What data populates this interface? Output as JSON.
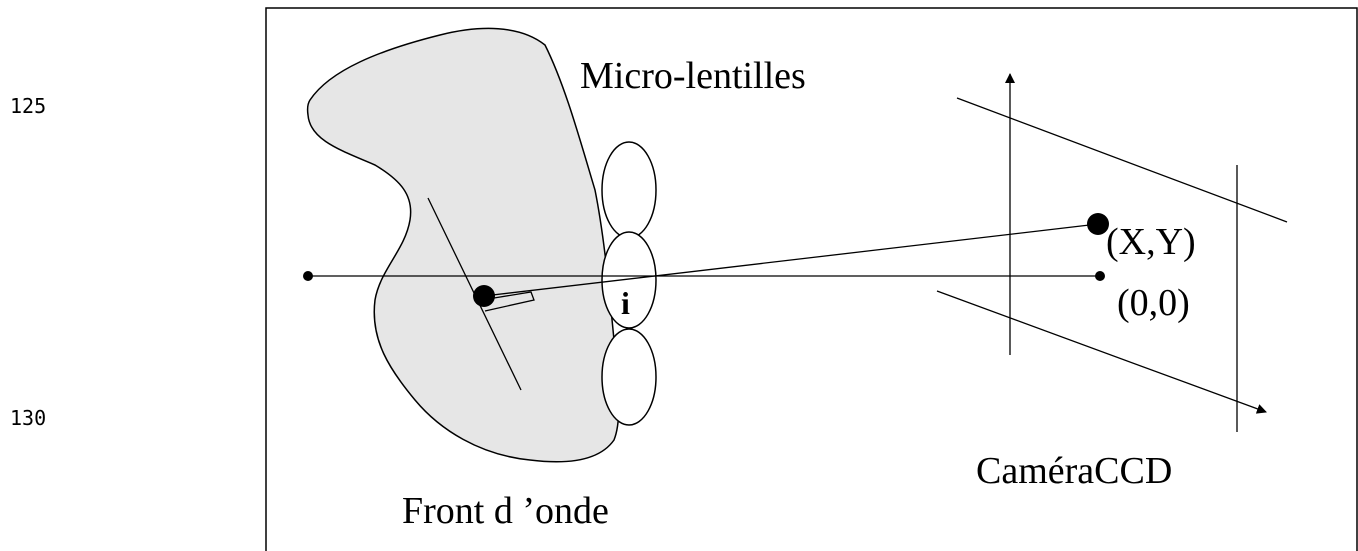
{
  "line_numbers": [
    "125",
    "130"
  ],
  "labels": {
    "microlenses": "Micro-lentilles",
    "lens_index": "i",
    "spot_position": "(X,Y)",
    "origin": "(0,0)",
    "camera": "CaméraCCD",
    "wavefront": "Front d ’onde"
  },
  "colors": {
    "wavefront_fill": "#e6e6e6",
    "stroke": "#000000",
    "background": "#ffffff"
  }
}
